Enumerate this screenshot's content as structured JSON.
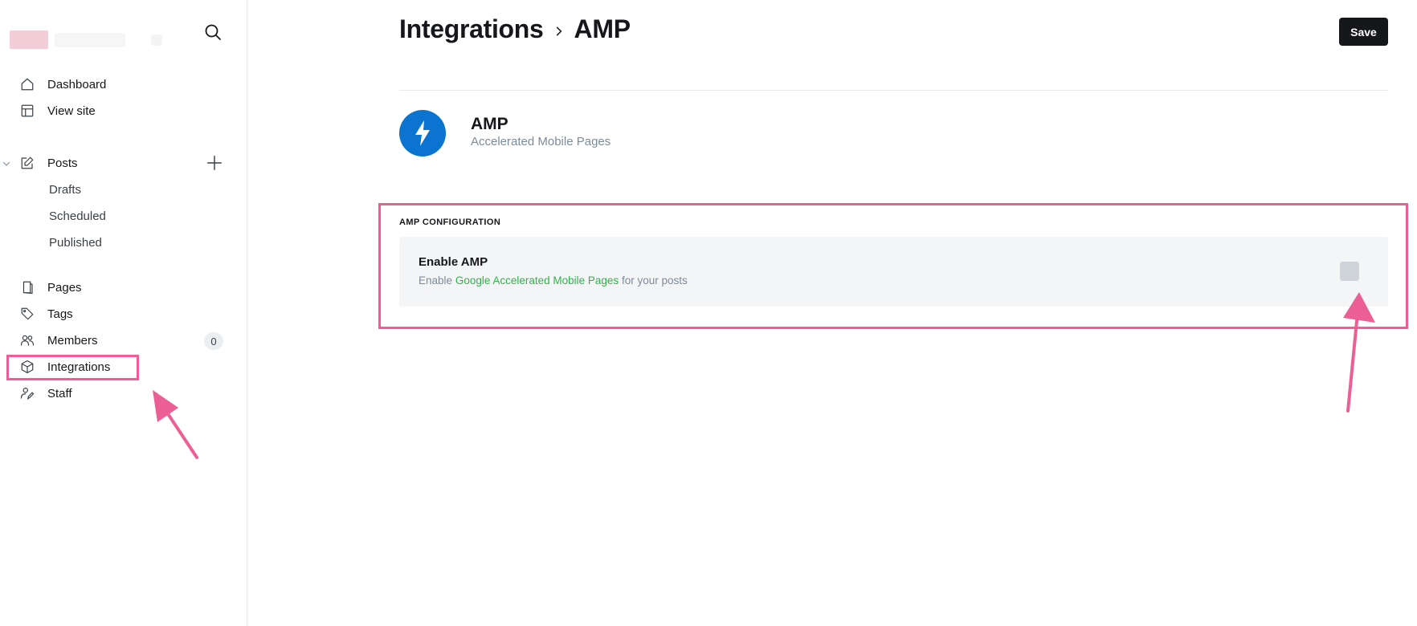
{
  "sidebar": {
    "search_icon": "search-icon",
    "items": [
      {
        "label": "Dashboard",
        "icon": "home-icon"
      },
      {
        "label": "View site",
        "icon": "layout-icon"
      },
      {
        "label": "Posts",
        "icon": "edit-icon"
      },
      {
        "label": "Pages",
        "icon": "pages-icon"
      },
      {
        "label": "Tags",
        "icon": "tag-icon"
      },
      {
        "label": "Members",
        "icon": "members-icon"
      },
      {
        "label": "Integrations",
        "icon": "cube-icon"
      },
      {
        "label": "Staff",
        "icon": "staff-icon"
      }
    ],
    "post_subitems": [
      {
        "label": "Drafts"
      },
      {
        "label": "Scheduled"
      },
      {
        "label": "Published"
      }
    ],
    "members_count": "0"
  },
  "header": {
    "breadcrumb_parent": "Integrations",
    "breadcrumb_current": "AMP",
    "save_label": "Save"
  },
  "app": {
    "name": "AMP",
    "description": "Accelerated Mobile Pages",
    "icon": "lightning-icon",
    "icon_color": "#0a74d0"
  },
  "config": {
    "section_label": "AMP CONFIGURATION",
    "title": "Enable AMP",
    "desc_prefix": "Enable",
    "desc_link": "Google Accelerated Mobile Pages",
    "desc_suffix": "for your posts",
    "enabled": false
  },
  "colors": {
    "accent_green": "#2fb34a",
    "highlight_pink": "#ec5f94",
    "dark_button": "#15171a"
  }
}
